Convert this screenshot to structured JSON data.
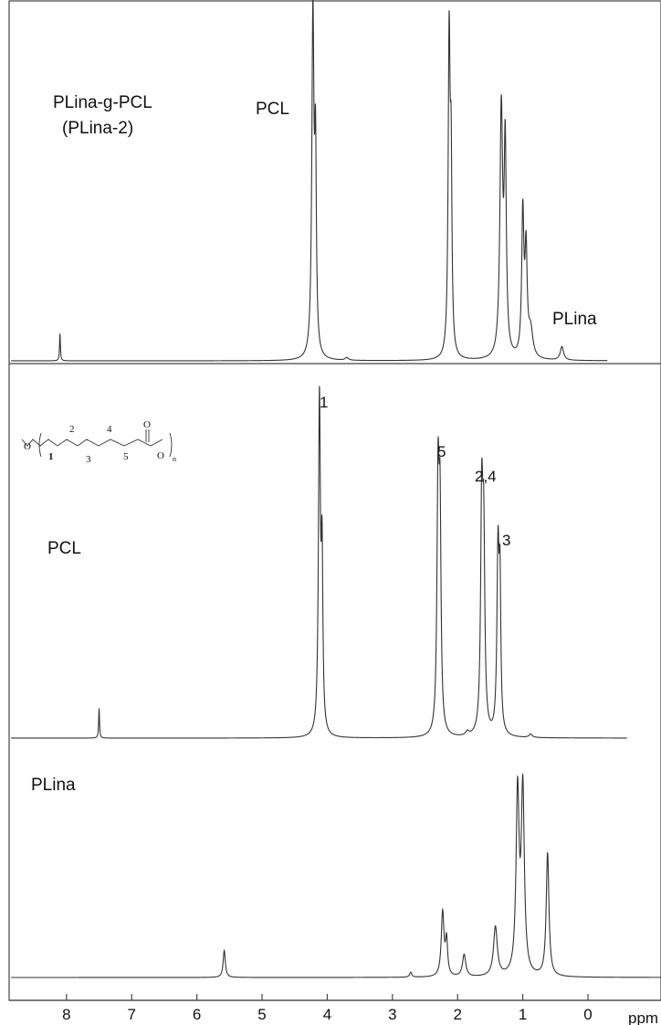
{
  "chart_data": {
    "type": "line",
    "xlabel": "ppm",
    "xlim": [
      8.88,
      -1.12
    ],
    "x_ticks": [
      8,
      7,
      6,
      5,
      4,
      3,
      2,
      1,
      0
    ],
    "x_tick_labels": [
      "8",
      "7",
      "6",
      "5",
      "4",
      "3",
      "2",
      "1",
      "0"
    ],
    "grid": false,
    "panels": [
      {
        "labels": [
          "PLina-g-PCL",
          "(PLina-2)"
        ],
        "annotations": [
          {
            "text": "PCL",
            "near_ppm": 4.2
          },
          {
            "text": "PLina",
            "near_ppm": 0.4
          }
        ],
        "peaks": [
          {
            "ppm": 8.1,
            "height": 0.08,
            "width": 0.008
          },
          {
            "ppm": 4.22,
            "height": 1.0,
            "width": 0.02
          },
          {
            "ppm": 4.18,
            "height": 0.55,
            "width": 0.015
          },
          {
            "ppm": 3.7,
            "height": 0.008,
            "width": 0.03
          },
          {
            "ppm": 2.13,
            "height": 0.93,
            "width": 0.018
          },
          {
            "ppm": 2.1,
            "height": 0.5,
            "width": 0.015
          },
          {
            "ppm": 1.33,
            "height": 0.72,
            "width": 0.025
          },
          {
            "ppm": 1.27,
            "height": 0.6,
            "width": 0.02
          },
          {
            "ppm": 1.0,
            "height": 0.42,
            "width": 0.02
          },
          {
            "ppm": 0.95,
            "height": 0.3,
            "width": 0.02
          },
          {
            "ppm": 0.88,
            "height": 0.08,
            "width": 0.04
          },
          {
            "ppm": 0.4,
            "height": 0.04,
            "width": 0.03
          }
        ]
      },
      {
        "structure_labels": [
          "2",
          "4",
          "1",
          "3",
          "5",
          "O",
          "n"
        ],
        "labels": [
          "PCL"
        ],
        "annotations": [
          {
            "text": "1",
            "near_ppm": 4.12
          },
          {
            "text": "5",
            "near_ppm": 2.3
          },
          {
            "text": "2,4",
            "near_ppm": 1.62
          },
          {
            "text": "3",
            "near_ppm": 1.35
          }
        ],
        "peaks": [
          {
            "ppm": 7.5,
            "height": 0.09,
            "width": 0.008
          },
          {
            "ppm": 4.12,
            "height": 1.0,
            "width": 0.018
          },
          {
            "ppm": 4.08,
            "height": 0.5,
            "width": 0.015
          },
          {
            "ppm": 2.3,
            "height": 0.74,
            "width": 0.02
          },
          {
            "ppm": 2.27,
            "height": 0.6,
            "width": 0.018
          },
          {
            "ppm": 1.85,
            "height": 0.012,
            "width": 0.03
          },
          {
            "ppm": 1.63,
            "height": 0.66,
            "width": 0.02
          },
          {
            "ppm": 1.6,
            "height": 0.55,
            "width": 0.02
          },
          {
            "ppm": 1.38,
            "height": 0.55,
            "width": 0.02
          },
          {
            "ppm": 1.35,
            "height": 0.4,
            "width": 0.015
          },
          {
            "ppm": 0.88,
            "height": 0.01,
            "width": 0.03
          }
        ]
      },
      {
        "labels": [
          "PLina"
        ],
        "annotations": [],
        "peaks": [
          {
            "ppm": 5.58,
            "height": 0.11,
            "width": 0.02
          },
          {
            "ppm": 2.72,
            "height": 0.02,
            "width": 0.02
          },
          {
            "ppm": 2.23,
            "height": 0.26,
            "width": 0.025
          },
          {
            "ppm": 2.17,
            "height": 0.14,
            "width": 0.02
          },
          {
            "ppm": 1.9,
            "height": 0.09,
            "width": 0.03
          },
          {
            "ppm": 1.42,
            "height": 0.2,
            "width": 0.035
          },
          {
            "ppm": 1.08,
            "height": 0.73,
            "width": 0.028
          },
          {
            "ppm": 1.0,
            "height": 0.74,
            "width": 0.028
          },
          {
            "ppm": 0.62,
            "height": 0.5,
            "width": 0.025
          }
        ]
      }
    ]
  }
}
